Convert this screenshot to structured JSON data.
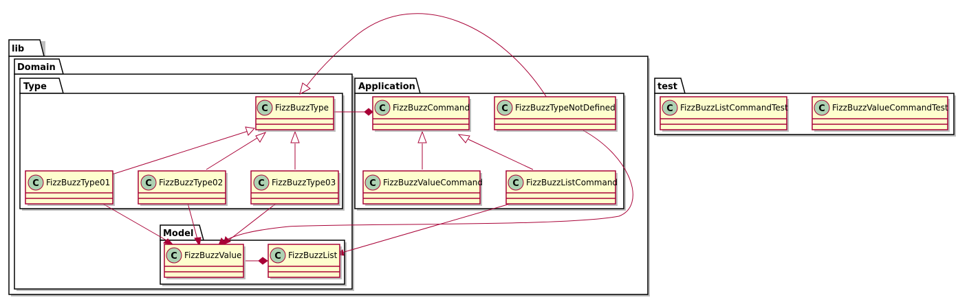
{
  "packages": {
    "lib": "lib",
    "domain": "Domain",
    "type": "Type",
    "model": "Model",
    "application": "Application",
    "test": "test"
  },
  "classes": {
    "fizzbuzz_type": "FizzBuzzType",
    "fizzbuzz_type01": "FizzBuzzType01",
    "fizzbuzz_type02": "FizzBuzzType02",
    "fizzbuzz_type03": "FizzBuzzType03",
    "fizzbuzz_value": "FizzBuzzValue",
    "fizzbuzz_list": "FizzBuzzList",
    "fizzbuzz_command": "FizzBuzzCommand",
    "fizzbuzz_type_not_defined": "FizzBuzzTypeNotDefined",
    "fizzbuzz_value_command": "FizzBuzzValueCommand",
    "fizzbuzz_list_command": "FizzBuzzListCommand",
    "fizzbuzz_list_command_test": "FizzBuzzListCommandTest",
    "fizzbuzz_value_command_test": "FizzBuzzValueCommandTest"
  },
  "stereotype_letter": "C",
  "colors": {
    "class_fill": "#FEFECE",
    "class_border": "#A80036",
    "icon_fill": "#ADD1B2",
    "edge": "#A80036"
  }
}
